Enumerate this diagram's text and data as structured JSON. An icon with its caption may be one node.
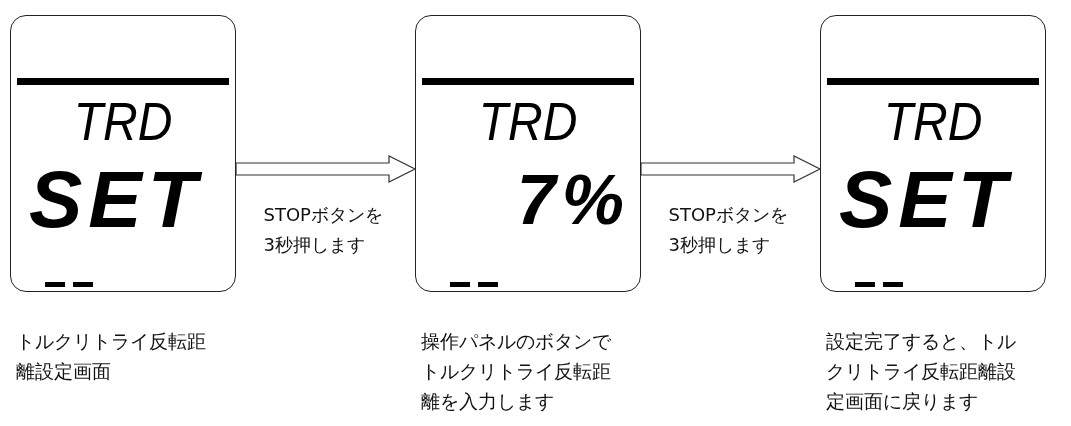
{
  "diagram": {
    "nodes": [
      {
        "text": [
          "TRD",
          "SET"
        ],
        "beside": [
          "トルクリトライ反転距離設定画面"
        ]
      },
      {
        "text": [
          "TRD",
          "7%"
        ],
        "beside": [
          "操作パネルのボタンでトルクリトライ反転距離を入力します"
        ]
      },
      {
        "text": [
          "TRD",
          "SET"
        ],
        "beside": [
          "設定完了すると、トルクリトライ反転距離設定画面に戻ります"
        ]
      }
    ],
    "edges": [
      {
        "from": 0,
        "to": 1,
        "arrow": "to",
        "label": "STOPボタンを3秒押します"
      },
      {
        "from": 1,
        "to": 2,
        "arrow": "to",
        "label": "STOPボタンを3秒押します"
      }
    ]
  }
}
